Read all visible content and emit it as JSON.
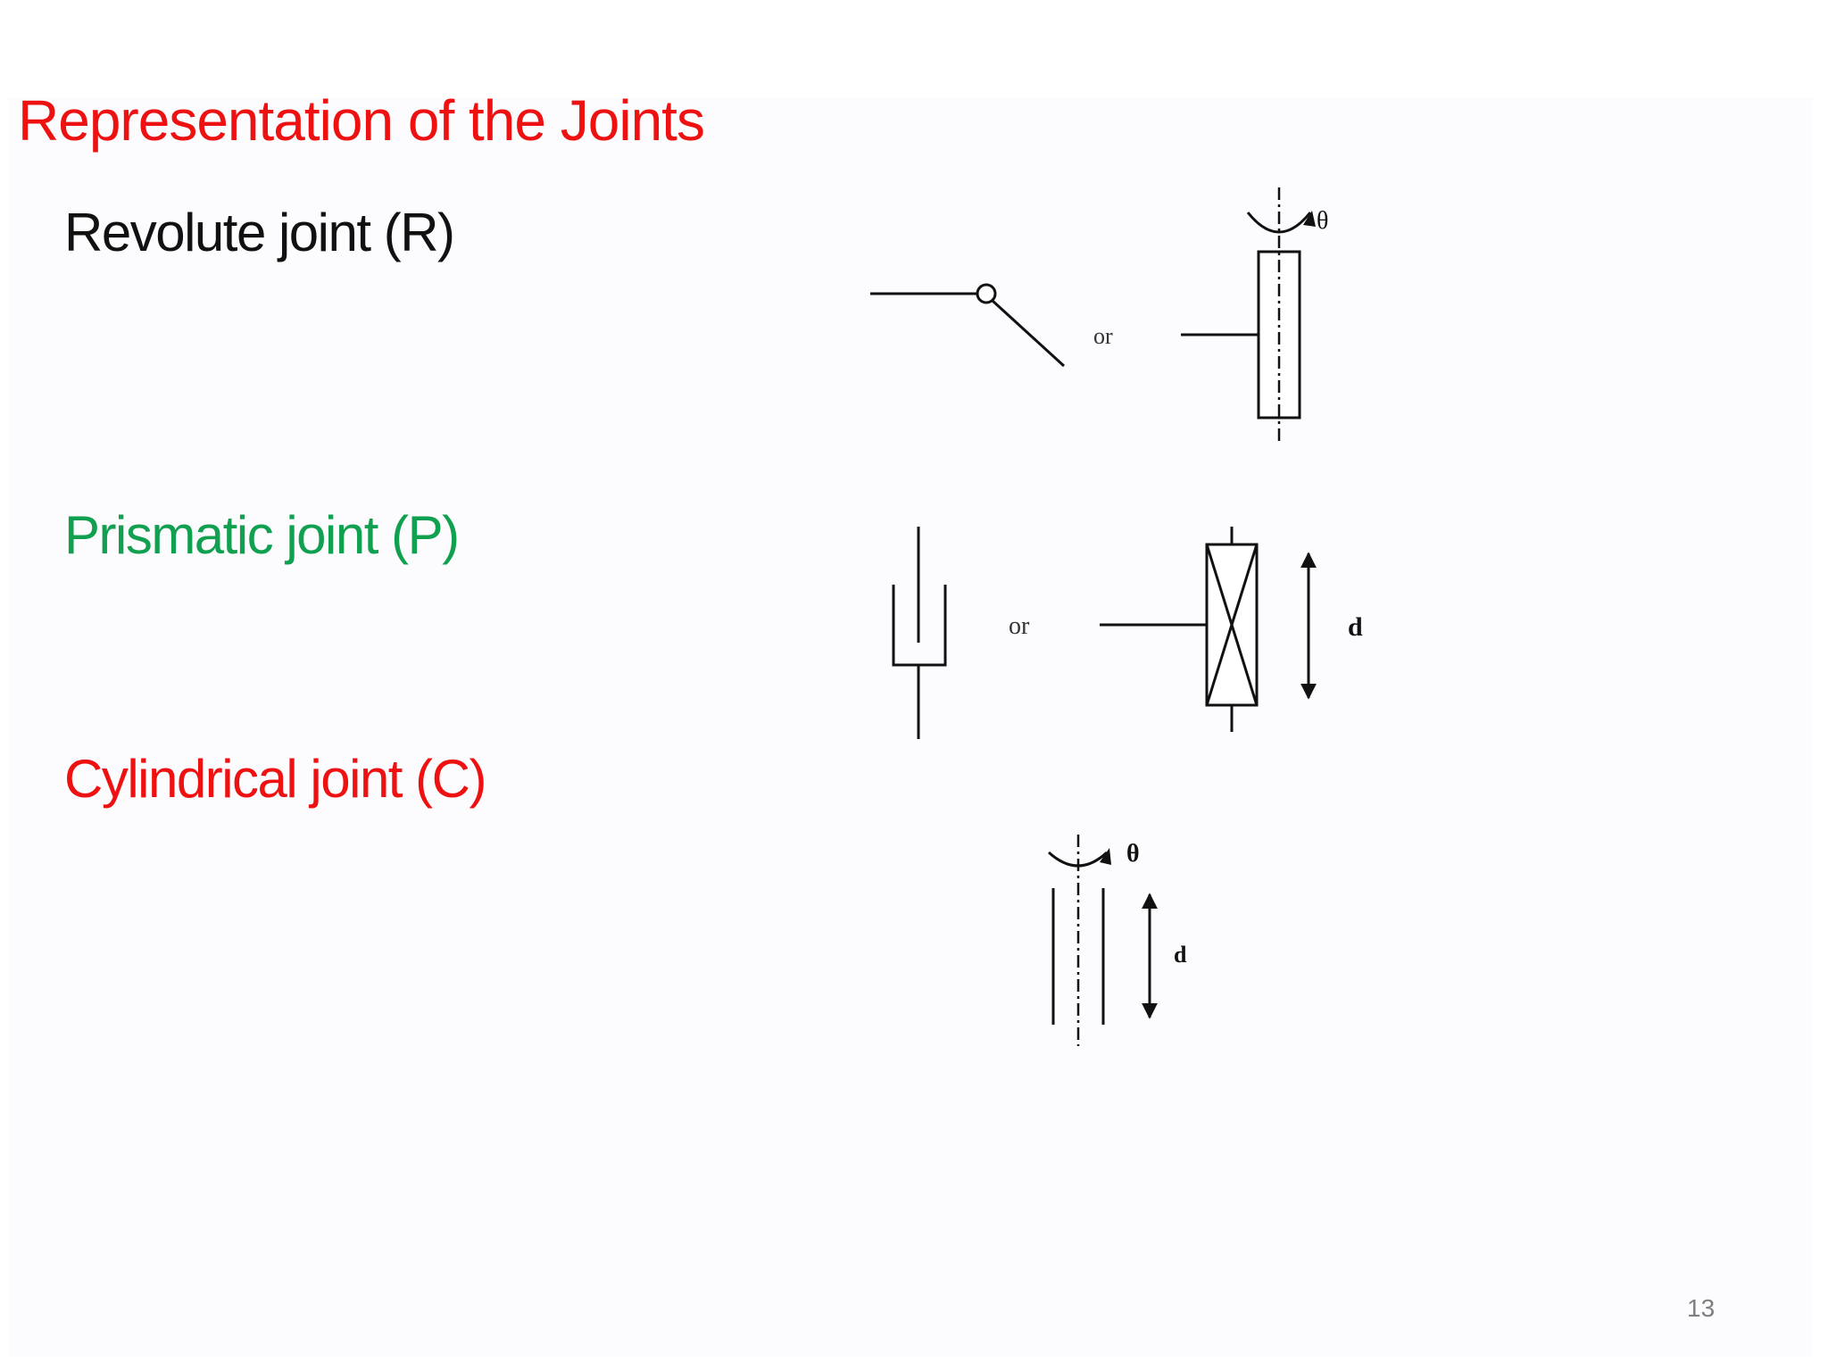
{
  "title": "Representation of the Joints",
  "colors": {
    "title": "#ee1111",
    "revolute": "#111111",
    "prismatic": "#11a050",
    "cylindrical": "#ee1111",
    "page_number": "#7f7f7f",
    "diagram": "#111111"
  },
  "joints": [
    {
      "label": "Revolute joint (R)",
      "symbol_alt_label": "or",
      "angle_label": "θ"
    },
    {
      "label": "Prismatic joint (P)",
      "symbol_alt_label": "or",
      "displacement_label": "d"
    },
    {
      "label": "Cylindrical joint (C)",
      "angle_label": "θ",
      "displacement_label": "d"
    }
  ],
  "page_number": "13"
}
